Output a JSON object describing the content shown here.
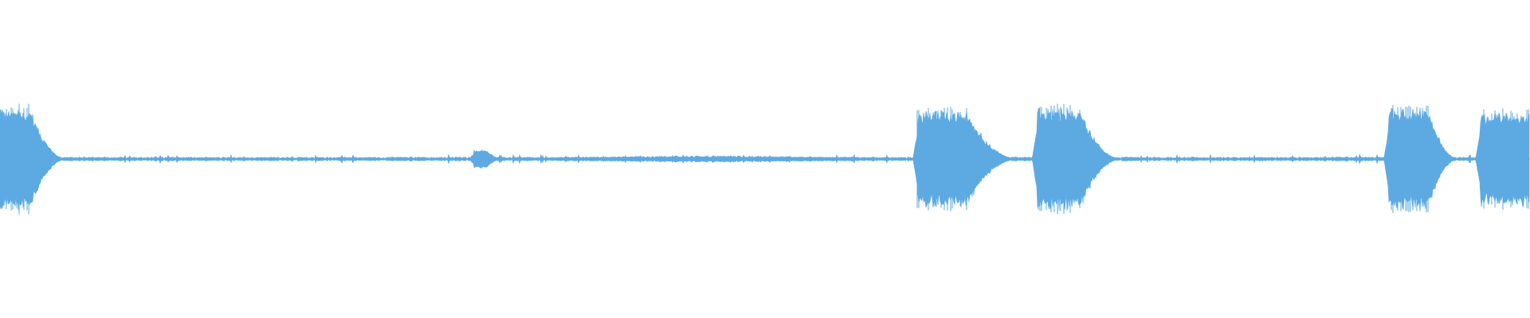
{
  "waveform": {
    "color": "#5DAAE3",
    "background": "#FFFFFF",
    "baseline_amplitude": 0.03,
    "bursts": [
      {
        "start": 0.0,
        "end": 0.02,
        "peak": 1.0,
        "decay_end": 0.045
      },
      {
        "start": 0.31,
        "end": 0.318,
        "peak": 0.18,
        "decay_end": 0.33
      },
      {
        "start": 0.6,
        "end": 0.632,
        "peak": 0.95,
        "decay_end": 0.668
      },
      {
        "start": 0.678,
        "end": 0.706,
        "peak": 1.0,
        "decay_end": 0.735
      },
      {
        "start": 0.908,
        "end": 0.934,
        "peak": 1.0,
        "decay_end": 0.955
      },
      {
        "start": 0.968,
        "end": 1.0,
        "peak": 0.92,
        "decay_end": 1.0
      }
    ],
    "dense_noise_regions": [
      {
        "start": 0.37,
        "end": 0.56,
        "amplitude": 0.06
      }
    ]
  }
}
